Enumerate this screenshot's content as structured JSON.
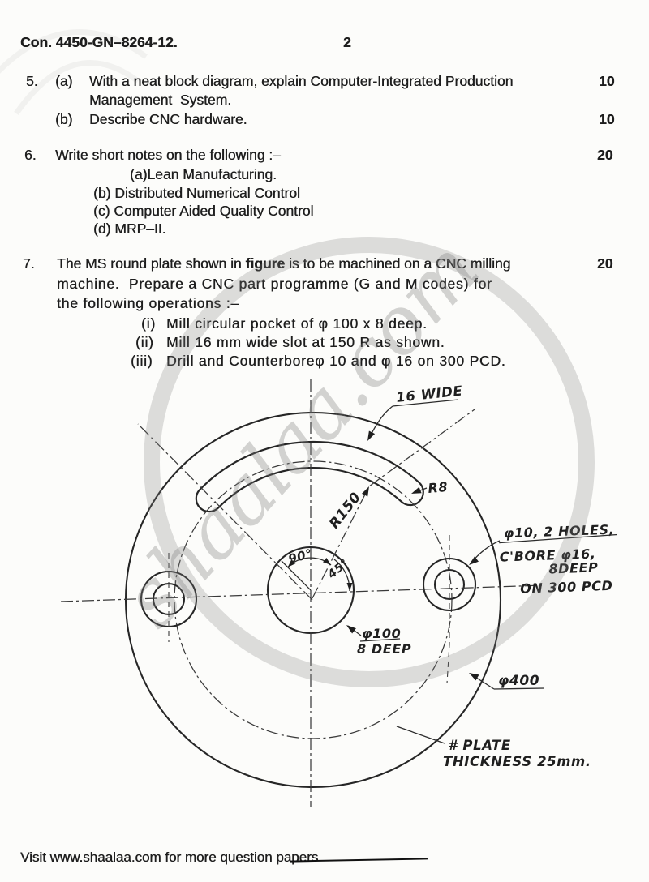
{
  "header": {
    "exam_code": "Con. 4450-GN–8264-12.",
    "page_number": "2"
  },
  "q5": {
    "number": "5.",
    "a_label": "(a)",
    "a_line1": "With a neat block diagram, explain Computer-Integrated Production",
    "a_line2": "Management  System.",
    "a_marks": "10",
    "b_label": "(b)",
    "b_text": "Describe CNC hardware.",
    "b_marks": "10"
  },
  "q6": {
    "number": "6.",
    "intro": "Write short notes on the following :–",
    "marks": "20",
    "item_a": "(a)Lean Manufacturing.",
    "item_b": "(b) Distributed Numerical Control",
    "item_c": "(c) Computer Aided Quality Control",
    "item_d": "(d) MRP–II."
  },
  "q7": {
    "number": "7.",
    "line1_pre": "The MS round plate shown in ",
    "line1_bold": "figure",
    "line1_post": " is to be machined on a CNC milling",
    "line2": "machine.  Prepare a CNC part programme (G and M codes) for",
    "line3": "the following operations :–",
    "marks": "20",
    "op1_label": "(i)",
    "op1": "Mill circular pocket of φ 100 x 8 deep.",
    "op2_label": "(ii)",
    "op2": "Mill 16 mm wide slot at 150 R as shown.",
    "op3_label": "(iii)",
    "op3": "Drill and Counterboreφ 10 and φ 16 on 300 PCD."
  },
  "figure_labels": {
    "slot_width": "16 WIDE",
    "slot_end_radius": "R8",
    "slot_radius": "R150",
    "angle_90": "90°",
    "angle_45": "45°",
    "pocket_dia": "φ100",
    "pocket_depth": "8 DEEP",
    "holes_note_1": "φ10, 2 HOLES,",
    "holes_note_2": "C'BORE φ16,",
    "holes_note_3": "8DEEP",
    "holes_note_4": "ON 300 PCD",
    "plate_dia": "φ400",
    "plate_note_1": "# PLATE",
    "plate_note_2": "THICKNESS 25mm."
  },
  "watermark": {
    "text": "shaalaa.com"
  },
  "footer": {
    "text": "Visit www.shaalaa.com for more question papers"
  }
}
